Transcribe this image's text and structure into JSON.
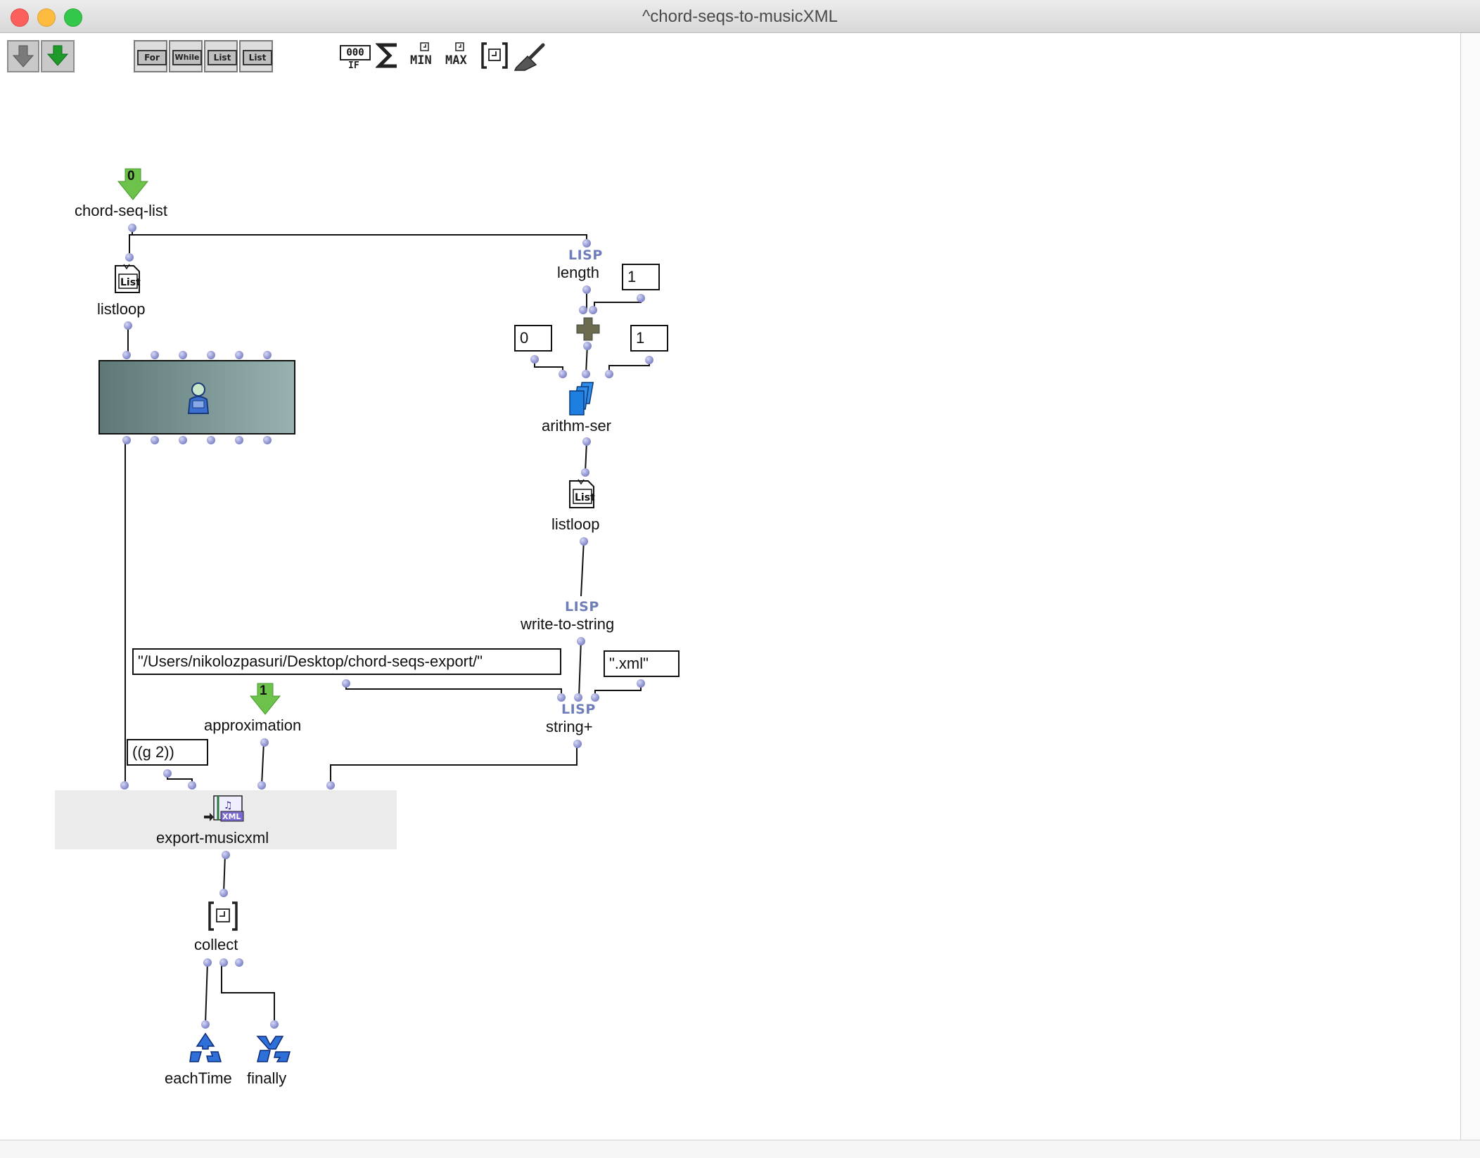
{
  "window": {
    "title": "^chord-seqs-to-musicXML"
  },
  "toolbar": {
    "loop_buttons": [
      "For",
      "While",
      "List",
      "List"
    ],
    "if_label": "IF",
    "if_digits": "000",
    "min_label": "MIN",
    "max_label": "MAX"
  },
  "patch": {
    "inputs": {
      "chord_seq_list": {
        "index": "0",
        "label": "chord-seq-list"
      },
      "approximation": {
        "index": "1",
        "label": "approximation"
      }
    },
    "boxes": {
      "listloop1": "listloop",
      "length": "length",
      "length_tag": "LISP",
      "arithm_ser": "arithm-ser",
      "listloop2": "listloop",
      "write_to_string": "write-to-string",
      "write_tag": "LISP",
      "string_plus": "string+",
      "string_tag": "LISP",
      "export_musicxml": "export-musicxml",
      "collect": "collect",
      "each_time": "eachTime",
      "finally": "finally"
    },
    "values": {
      "length_extra": "1",
      "ser_begin": "0",
      "ser_step": "1",
      "path": "\"/Users/nikolozpasuri/Desktop/chord-seqs-export/\"",
      "ext": "\".xml\"",
      "keys": "((g 2))"
    }
  },
  "colors": {
    "inlet": "#8a8fcf",
    "lisp_tag": "#6f7eb8",
    "arrow_green": "#6cc24a",
    "omloop_box": "#6f8c8c",
    "export_box": "#ebebeb"
  }
}
